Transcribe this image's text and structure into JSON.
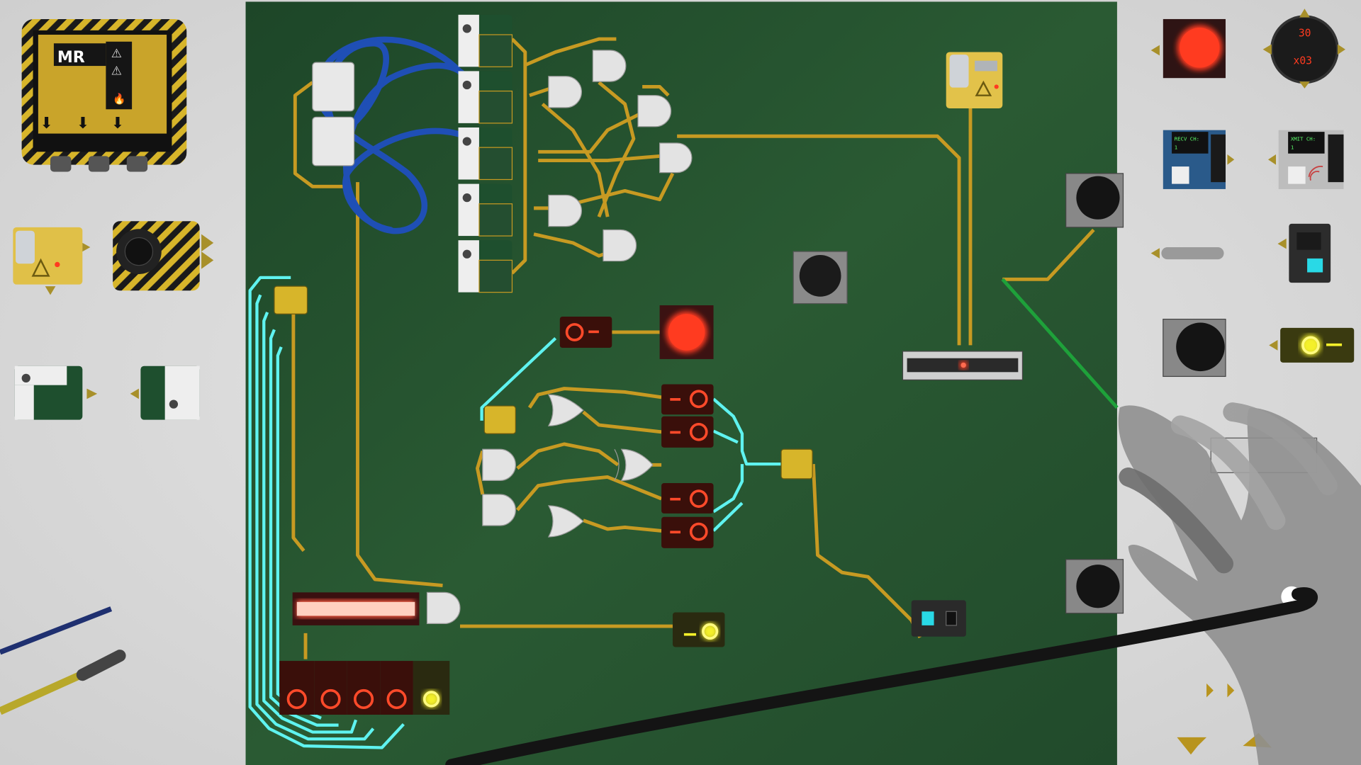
{
  "scene": {
    "colors": {
      "background": "#d9d9d9",
      "board": "#24502e",
      "wire_gold": "#c79a22",
      "wire_cyan": "#5ff3f0",
      "wire_blue": "#1f4fb5",
      "wire_green": "#1ea13a",
      "led_red": "#ff3b20",
      "led_yellow": "#f4f02a",
      "hazard_yellow": "#d7b52a"
    }
  },
  "left_panel": {
    "power_box": {
      "label": "MR",
      "icons": [
        "lightning-warning-icon",
        "magnet-warning-icon",
        "hand-warning-icon",
        "flame-icon",
        "arrow-down-icon"
      ]
    },
    "battery_module": {
      "icon": "lightning-warning-icon"
    },
    "rotary_knob": {},
    "sensor_tiles": 2,
    "probes": [
      "blue-probe",
      "yellow-probe"
    ]
  },
  "right_panel": {
    "lamp": {
      "state": "on",
      "color": "#ff3b20"
    },
    "timer": {
      "value": "30",
      "multiplier": "x03"
    },
    "receiver": {
      "label": "RECV CH:",
      "channel": "1"
    },
    "transmitter": {
      "label": "XMIT CH:",
      "channel": "1"
    },
    "yellow_led_switch": {
      "state": "on"
    }
  },
  "board": {
    "top_switches": 5,
    "red_switches": [
      "on",
      "on",
      "on",
      "on"
    ],
    "bottom_switches": [
      "red",
      "red",
      "red",
      "red",
      "yellow"
    ],
    "lamp": {
      "state": "on"
    },
    "yellow_switch": {
      "state": "on"
    }
  }
}
